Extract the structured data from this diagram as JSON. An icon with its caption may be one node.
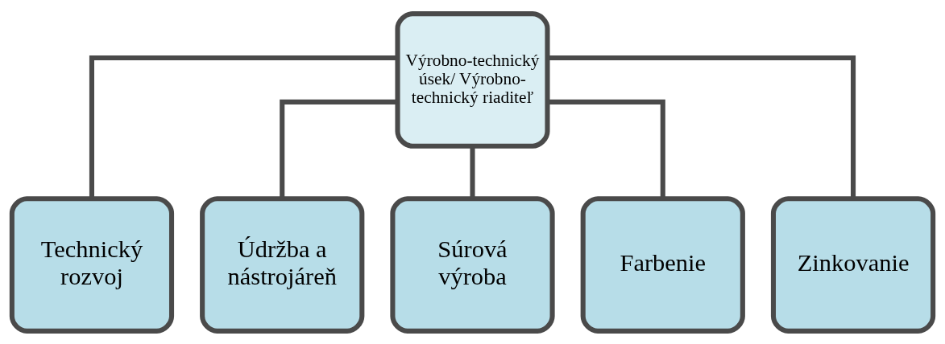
{
  "diagram": {
    "nodes": [
      {
        "text": [
          "Výrobno-technický úsek/ Výrobno-technický riaditeľ"
        ]
      },
      {
        "text": [
          "Technický rozvoj"
        ]
      },
      {
        "text": [
          "Údržba a nástrojáreň"
        ]
      },
      {
        "text": [
          "Súrová výroba"
        ]
      },
      {
        "text": [
          "Farbenie"
        ]
      },
      {
        "text": [
          "Zinkovanie"
        ]
      }
    ],
    "edges": [
      {
        "from": 0,
        "to": 1,
        "arrow": "none"
      },
      {
        "from": 0,
        "to": 2,
        "arrow": "none"
      },
      {
        "from": 0,
        "to": 3,
        "arrow": "none"
      },
      {
        "from": 0,
        "to": 4,
        "arrow": "none"
      },
      {
        "from": 0,
        "to": 5,
        "arrow": "none"
      }
    ]
  }
}
